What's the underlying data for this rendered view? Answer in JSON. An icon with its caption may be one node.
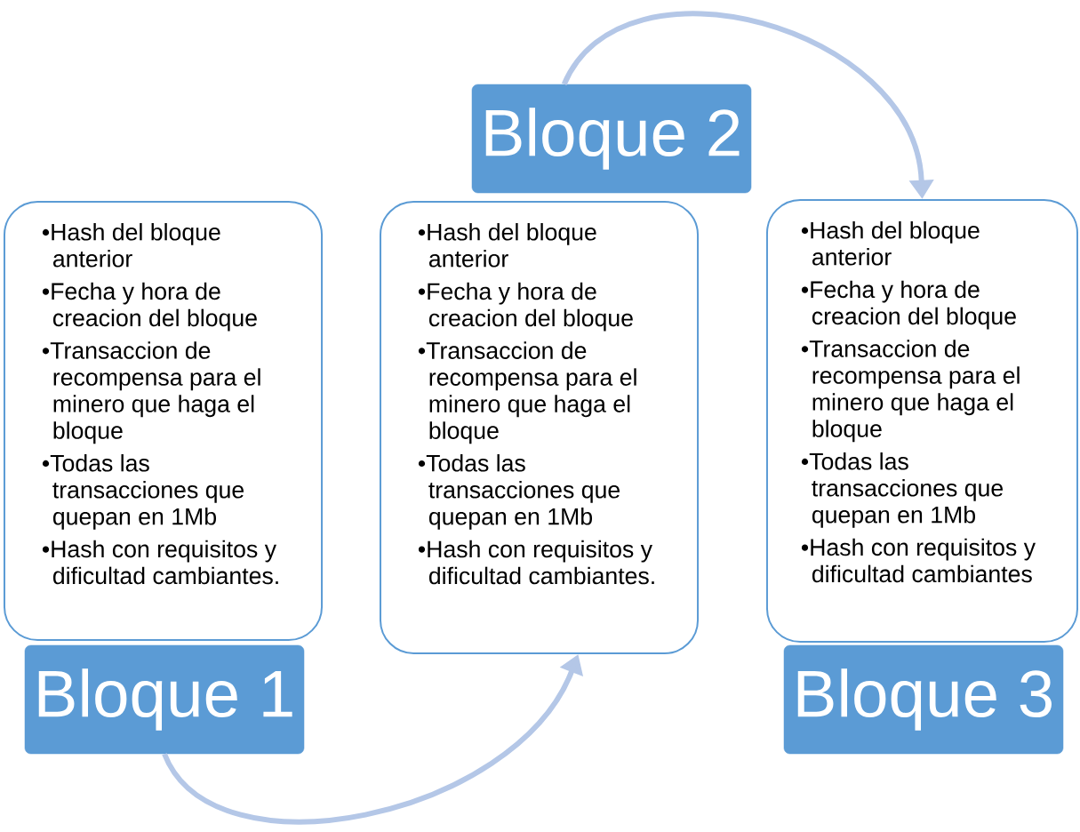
{
  "diagram": {
    "nodes": [
      {
        "text": [
          "•Hash del bloque anterior",
          "•Fecha y hora de creacion del bloque",
          "•Transaccion de recompensa para el minero que haga el bloque",
          "•Todas las transacciones que quepan en 1Mb",
          "•Hash con requisitos y dificultad cambiantes."
        ]
      },
      {
        "text": [
          "Bloque 1"
        ]
      },
      {
        "text": [
          "Bloque 2"
        ]
      },
      {
        "text": [
          "•Hash del bloque anterior",
          "•Fecha y hora de creacion del bloque",
          "•Transaccion de recompensa para el minero que haga el bloque",
          "•Todas las transacciones que quepan en 1Mb",
          "•Hash con requisitos y dificultad cambiantes."
        ]
      },
      {
        "text": [
          "•Hash del bloque anterior",
          "•Fecha y hora de creacion del bloque",
          "•Transaccion de recompensa para el minero que haga el bloque",
          "•Todas las transacciones que quepan en 1Mb",
          "•Hash con requisitos y dificultad cambiantes"
        ]
      },
      {
        "text": [
          "Bloque 3"
        ]
      }
    ],
    "edges": [
      {
        "from": 1,
        "to": 3,
        "arrow": "to"
      },
      {
        "from": 2,
        "to": 4,
        "arrow": "to"
      }
    ]
  }
}
